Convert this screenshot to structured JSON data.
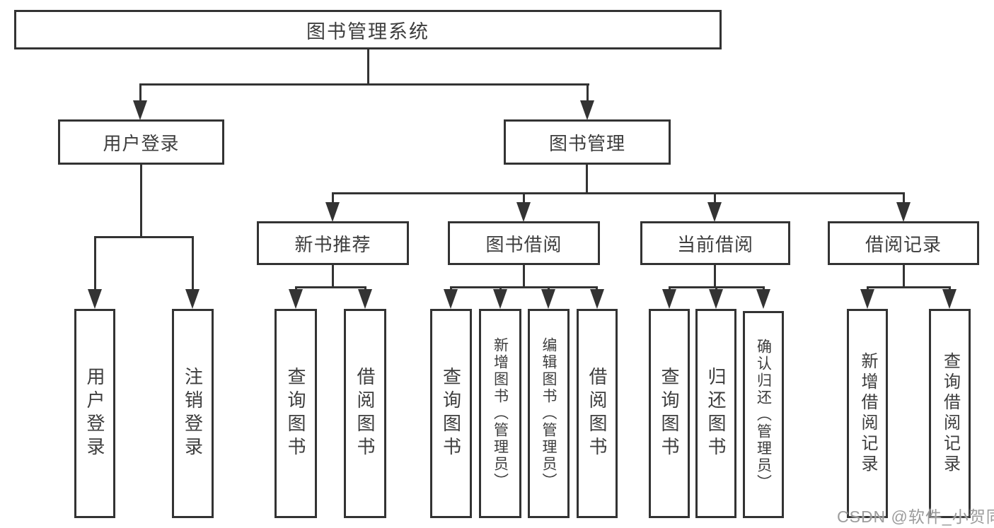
{
  "tree": {
    "root": {
      "label": "图书管理系统"
    },
    "branches": [
      {
        "label": "用户登录",
        "children": [
          {
            "label": "用户登录"
          },
          {
            "label": "注销登录"
          }
        ]
      },
      {
        "label": "图书管理",
        "children": [
          {
            "label": "新书推荐",
            "children": [
              {
                "label": "查询图书"
              },
              {
                "label": "借阅图书"
              }
            ]
          },
          {
            "label": "图书借阅",
            "children": [
              {
                "label": "查询图书"
              },
              {
                "label": "新增图书（管理员）"
              },
              {
                "label": "编辑图书（管理员）"
              },
              {
                "label": "借阅图书"
              }
            ]
          },
          {
            "label": "当前借阅",
            "children": [
              {
                "label": "查询图书"
              },
              {
                "label": "归还图书"
              },
              {
                "label": "确认归还（管理员）"
              }
            ]
          },
          {
            "label": "借阅记录",
            "children": [
              {
                "label": "新增借阅记录"
              },
              {
                "label": "查询借阅记录"
              }
            ]
          }
        ]
      }
    ]
  },
  "watermark": "CSDN @软件_小贺同学",
  "colors": {
    "line": "#333333",
    "text": "#3d3d3d",
    "background": "#ffffff",
    "watermark": "#9c9c9c"
  }
}
